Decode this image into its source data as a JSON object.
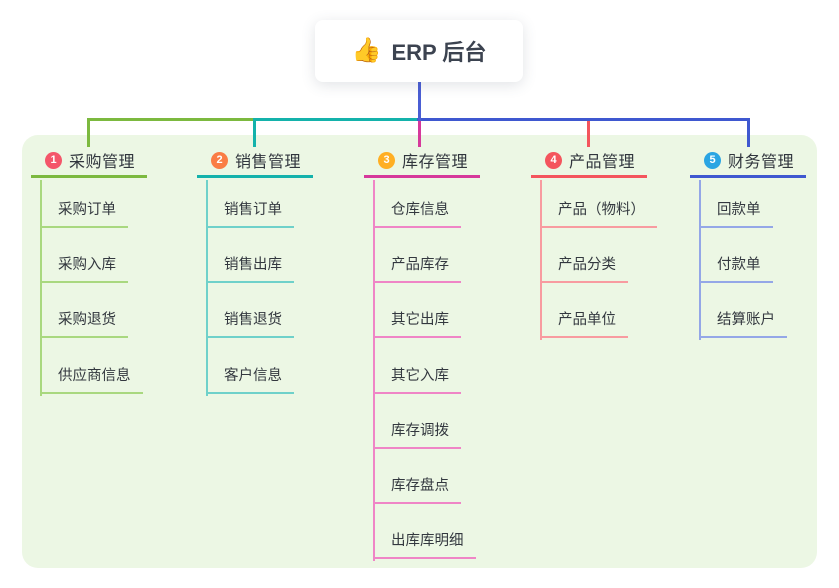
{
  "root": {
    "emoji": "👍",
    "label": "ERP 后台"
  },
  "branches": [
    {
      "num": "1",
      "label": "采购管理",
      "circle_color": "#f4566a",
      "line_color": "#7cb93f",
      "light_color": "#a9d87f",
      "children": [
        "采购订单",
        "采购入库",
        "采购退货",
        "供应商信息"
      ]
    },
    {
      "num": "2",
      "label": "销售管理",
      "circle_color": "#fa7d45",
      "line_color": "#14b2ab",
      "light_color": "#6fd1ca",
      "children": [
        "销售订单",
        "销售出库",
        "销售退货",
        "客户信息"
      ]
    },
    {
      "num": "3",
      "label": "库存管理",
      "circle_color": "#ffaf23",
      "line_color": "#d6399b",
      "light_color": "#ef85c6",
      "children": [
        "仓库信息",
        "产品库存",
        "其它出库",
        "其它入库",
        "库存调拨",
        "库存盘点",
        "出库库明细"
      ]
    },
    {
      "num": "4",
      "label": "产品管理",
      "circle_color": "#f4555d",
      "line_color": "#f4555d",
      "light_color": "#f89ba0",
      "children": [
        "产品（物料）",
        "产品分类",
        "产品单位"
      ]
    },
    {
      "num": "5",
      "label": "财务管理",
      "circle_color": "#2aa5e3",
      "line_color": "#3f58d0",
      "light_color": "#94a7e7",
      "children": [
        "回款单",
        "付款单",
        "结算账户"
      ]
    }
  ],
  "branch_badge_colors": [
    "#f4566a",
    "#fa7d45",
    "#ffaf23",
    "#2abd55",
    "#2aa5e3"
  ],
  "colors": {
    "panel_bg": "#ecf7e4",
    "root_connector": "#4a5ed4",
    "canvas_bg": "#ffffff",
    "header_text": "#30353d",
    "child_text": "#33383f"
  }
}
